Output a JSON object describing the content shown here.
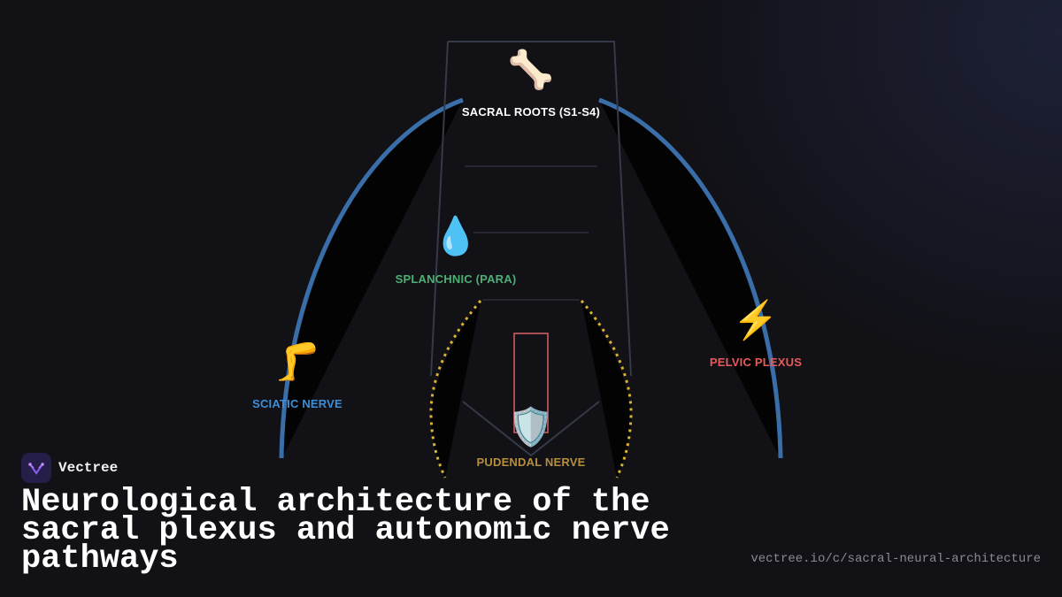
{
  "brand": {
    "name": "Vectree"
  },
  "title": "Neurological architecture of the sacral plexus and autonomic nerve pathways",
  "url": "vectree.io/c/sacral-neural-architecture",
  "nodes": {
    "sacral": {
      "label": "SACRAL ROOTS (S1-S4)",
      "icon": "bone-icon",
      "emoji": "🦴",
      "color": "#ffffff"
    },
    "splanchnic": {
      "label": "SPLANCHNIC (PARA)",
      "icon": "droplet-icon",
      "emoji": "💧",
      "color": "#4caf74"
    },
    "pelvic": {
      "label": "PELVIC PLEXUS",
      "icon": "lightning-icon",
      "emoji": "⚡",
      "color": "#e65a5a"
    },
    "sciatic": {
      "label": "SCIATIC NERVE",
      "icon": "leg-icon",
      "emoji": "🦵",
      "color": "#3b8fd9"
    },
    "pudendal": {
      "label": "PUDENDAL NERVE",
      "icon": "shield-icon",
      "emoji": "🛡️",
      "color": "#b58f3c"
    }
  },
  "colors": {
    "arc": "#3a6ea8",
    "pudendal_dashes": "#d9b332",
    "spine": "#353a48",
    "pudendal_box": "#d9606a",
    "accent_logo": "#8a5cf0"
  }
}
